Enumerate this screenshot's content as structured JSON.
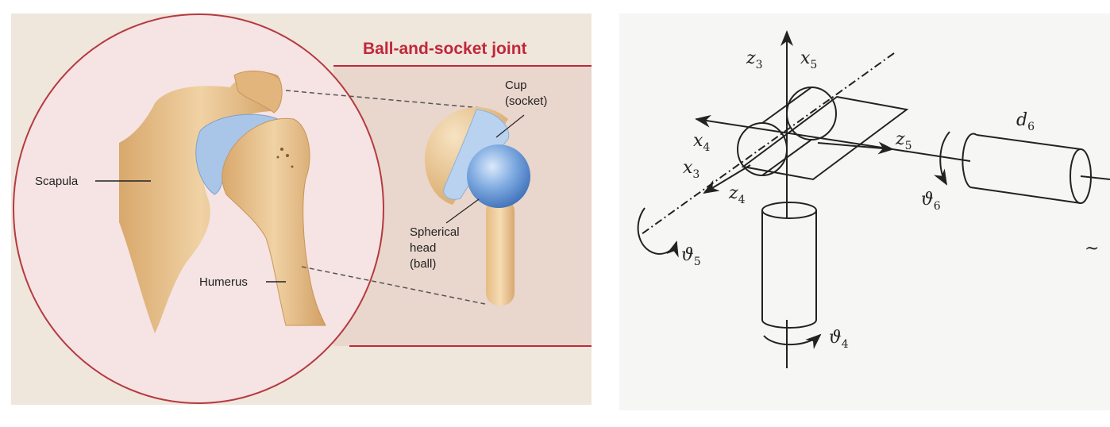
{
  "anatomy_panel": {
    "title": "Ball-and-socket joint",
    "labels": {
      "scapula": "Scapula",
      "humerus": "Humerus",
      "cup_line1": "Cup",
      "cup_line2": "(socket)",
      "ball_line1": "Spherical",
      "ball_line2": "head",
      "ball_line3": "(ball)"
    },
    "colors": {
      "accent": "#c0283a",
      "bone": "#e8c28e",
      "cartilage": "#a9c6e8",
      "ball": "#5f95d6"
    }
  },
  "kinematics_panel": {
    "labels": {
      "z3": {
        "base": "z",
        "sub": "3"
      },
      "x5": {
        "base": "x",
        "sub": "5"
      },
      "x4": {
        "base": "x",
        "sub": "4"
      },
      "x3": {
        "base": "x",
        "sub": "3"
      },
      "z4": {
        "base": "z",
        "sub": "4"
      },
      "z5": {
        "base": "z",
        "sub": "5"
      },
      "d6": {
        "base": "d",
        "sub": "6"
      },
      "theta4": {
        "base": "ϑ",
        "sub": "4"
      },
      "theta5": {
        "base": "ϑ",
        "sub": "5"
      },
      "theta6": {
        "base": "ϑ",
        "sub": "6"
      },
      "cut": "~"
    }
  }
}
